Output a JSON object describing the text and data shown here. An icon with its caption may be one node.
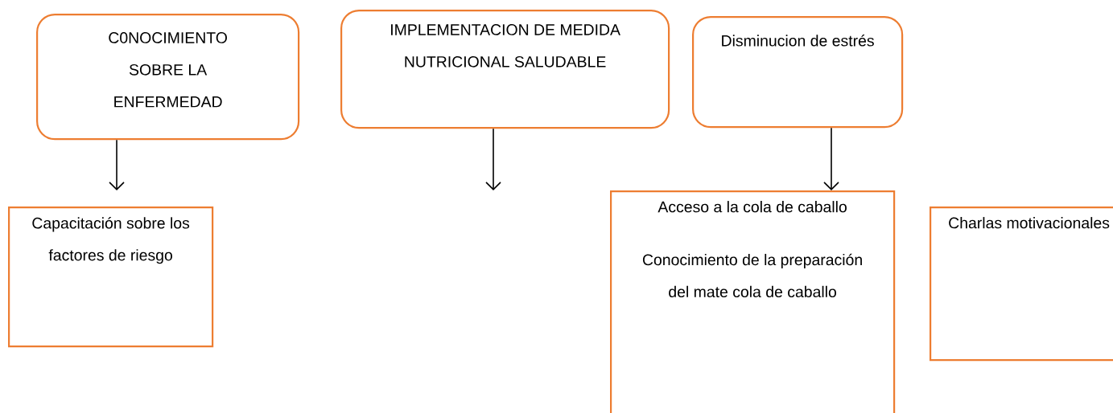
{
  "diagram": {
    "nodes": [
      {
        "text": [
          "C0NOCIMIENTO SOBRE LA ENFERMEDAD"
        ]
      },
      {
        "text": [
          "IMPLEMENTACION DE MEDIDA NUTRICIONAL SALUDABLE"
        ]
      },
      {
        "text": [
          "Disminucion de estrés"
        ]
      },
      {
        "text": [
          "Capacitación sobre los factores de riesgo"
        ]
      },
      {
        "text": [
          "Acceso a la cola de caballo",
          "Conocimiento de la preparación del mate cola de caballo"
        ]
      },
      {
        "text": [
          "Charlas motivacionales"
        ]
      }
    ],
    "edges": [
      {
        "from": 0,
        "to": null,
        "arrow": "to"
      },
      {
        "from": 1,
        "to": null,
        "arrow": "to"
      },
      {
        "from": 2,
        "to": 4,
        "arrow": "to"
      }
    ]
  }
}
